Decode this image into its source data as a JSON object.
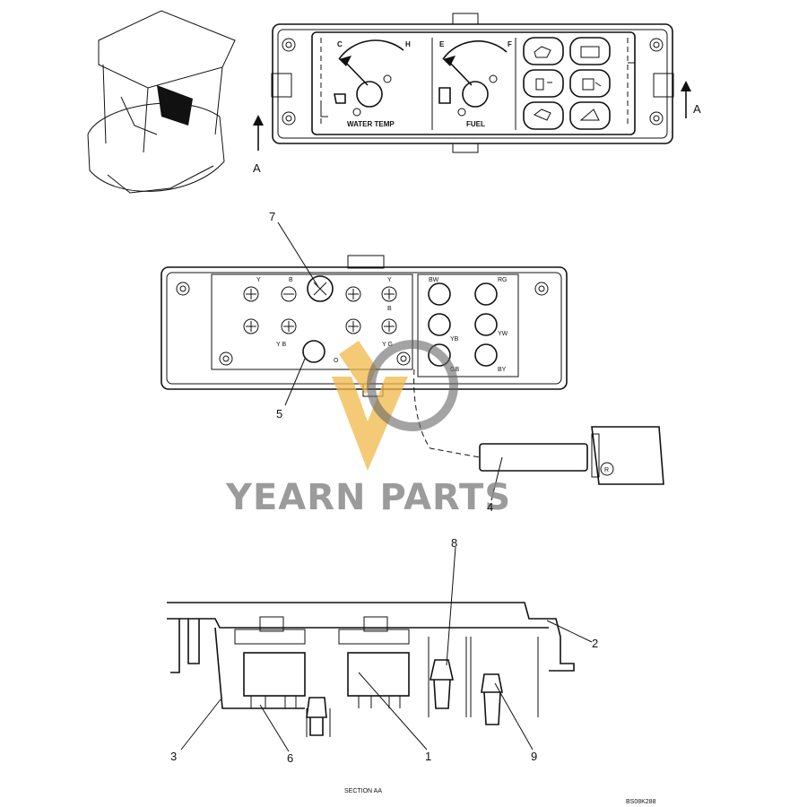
{
  "section_label": "A",
  "gauges": {
    "water_temp_label": "WATER TEMP",
    "fuel_label": "FUEL",
    "water_low": "C",
    "water_high": "H",
    "fuel_low": "E",
    "fuel_high": "F"
  },
  "wire_codes": [
    "Y",
    "B",
    "Y",
    "B",
    "Y B",
    "Y G",
    "O",
    "BW",
    "RG",
    "YB",
    "YW",
    "GB",
    "BY"
  ],
  "callouts": [
    "1",
    "2",
    "3",
    "4",
    "5",
    "6",
    "7",
    "8",
    "9"
  ],
  "section_caption": "SECTION AA",
  "drawing_code": "BS08K288",
  "watermark": "YEARN PARTS",
  "registered_mark": "R"
}
